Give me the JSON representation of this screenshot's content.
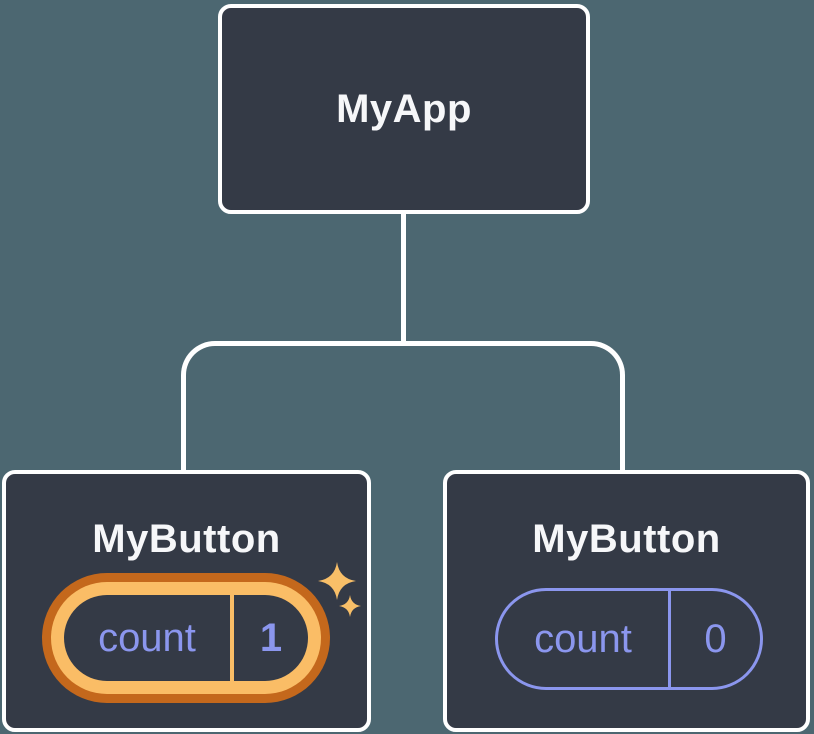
{
  "diagram": {
    "description": "Component tree: MyApp parent with two MyButton children, each holding its own count state; the first button's state is highlighted with a sparkle glow",
    "root": {
      "label": "MyApp"
    },
    "children": [
      {
        "label": "MyButton",
        "state": {
          "name": "count",
          "value": "1"
        },
        "highlighted": true
      },
      {
        "label": "MyButton",
        "state": {
          "name": "count",
          "value": "0"
        },
        "highlighted": false
      }
    ]
  },
  "colors": {
    "background": "#4c6771",
    "node_fill": "#343a46",
    "node_border": "#ffffff",
    "connector": "#ffffff",
    "label_text": "#f6f7f9",
    "state_purple": "#8b96ee",
    "highlight_orange_dark": "#c4681c",
    "highlight_orange_light": "#fabd66",
    "sparkle": "#f8bf68"
  }
}
